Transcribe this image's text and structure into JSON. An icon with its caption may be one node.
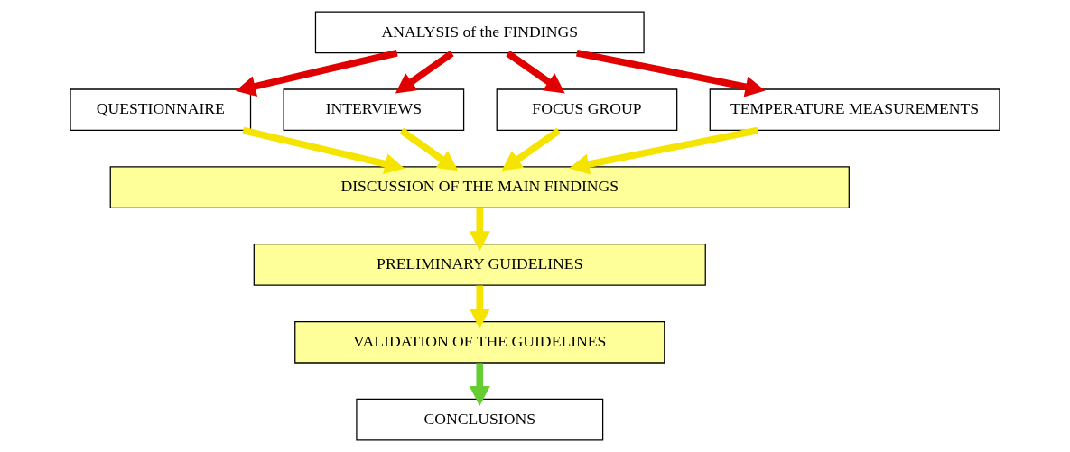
{
  "diagram": {
    "nodes": [
      {
        "text": [
          "ANALYSIS of the FINDINGS"
        ]
      },
      {
        "text": [
          "QUESTIONNAIRE"
        ]
      },
      {
        "text": [
          "INTERVIEWS"
        ]
      },
      {
        "text": [
          "FOCUS GROUP"
        ]
      },
      {
        "text": [
          "TEMPERATURE MEASUREMENTS"
        ]
      },
      {
        "text": [
          "DISCUSSION OF THE MAIN FINDINGS"
        ]
      },
      {
        "text": [
          "PRELIMINARY GUIDELINES"
        ]
      },
      {
        "text": [
          "VALIDATION OF THE GUIDELINES"
        ]
      },
      {
        "text": [
          "CONCLUSIONS"
        ]
      }
    ],
    "edges": [
      {
        "from": 0,
        "to": 1,
        "arrow": "to",
        "color": "#e00000"
      },
      {
        "from": 0,
        "to": 2,
        "arrow": "to",
        "color": "#e00000"
      },
      {
        "from": 0,
        "to": 3,
        "arrow": "to",
        "color": "#e00000"
      },
      {
        "from": 0,
        "to": 4,
        "arrow": "to",
        "color": "#e00000"
      },
      {
        "from": 1,
        "to": 5,
        "arrow": "to"
      },
      {
        "from": 2,
        "to": 5,
        "arrow": "to"
      },
      {
        "from": 3,
        "to": 5,
        "arrow": "to"
      },
      {
        "from": 4,
        "to": 5,
        "arrow": "to"
      },
      {
        "from": 5,
        "to": 6,
        "arrow": "to"
      },
      {
        "from": 6,
        "to": 7,
        "arrow": "to"
      },
      {
        "from": 7,
        "to": 8,
        "arrow": "to",
        "color": "#66cc33"
      }
    ]
  }
}
